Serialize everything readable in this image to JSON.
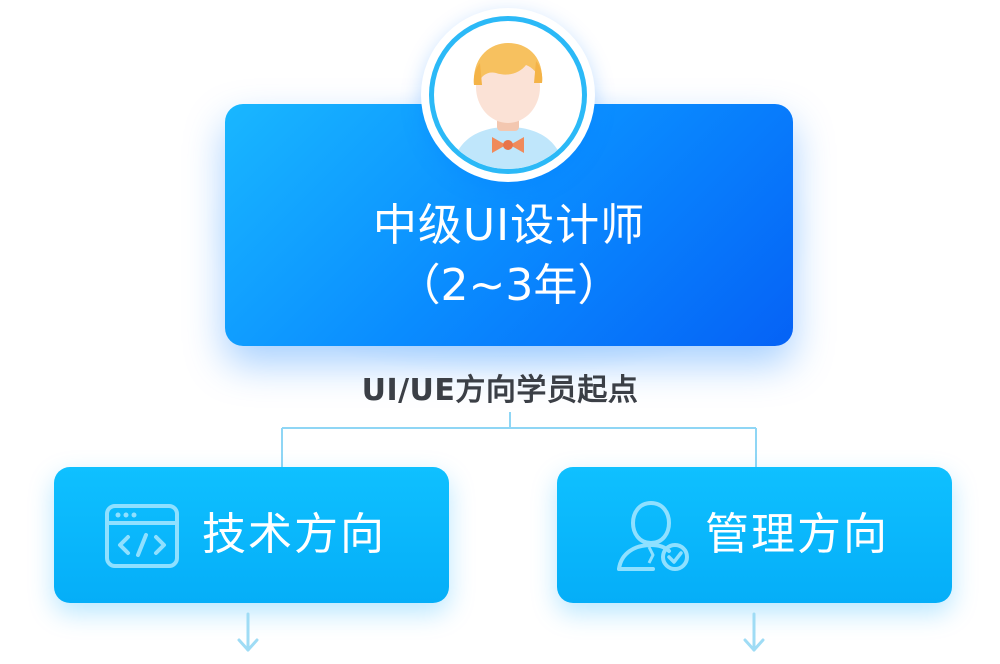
{
  "top": {
    "title": "中级UI设计师",
    "years": "（2~3年）"
  },
  "subtitle": "UI/UE方向学员起点",
  "directions": [
    {
      "label": "技术方向",
      "icon": "code-window-icon"
    },
    {
      "label": "管理方向",
      "icon": "user-verified-icon"
    }
  ],
  "colors": {
    "top_card_start": "#19b7ff",
    "top_card_end": "#0562f6",
    "direction_card": "#05aef8",
    "connector": "#8fd6f5",
    "subtitle": "#3b3f46"
  }
}
